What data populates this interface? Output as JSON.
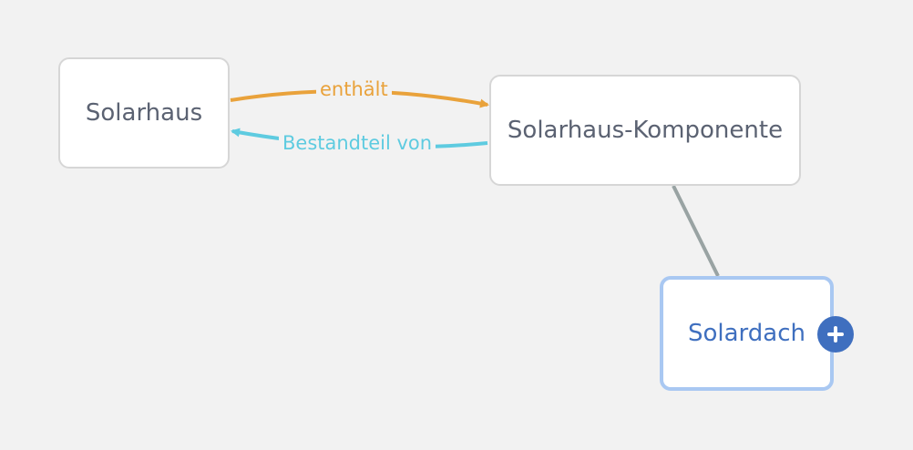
{
  "nodes": {
    "solarhaus": {
      "label": "Solarhaus"
    },
    "komponente": {
      "label": "Solarhaus-Komponente"
    },
    "solardach": {
      "label": "Solardach",
      "selected": true
    }
  },
  "edges": {
    "enthaelt": {
      "label": "enthält",
      "color": "#e9a23b"
    },
    "bestandteil_von": {
      "label": "Bestandteil von",
      "color": "#5ecbe0"
    },
    "hierarchy": {
      "color": "#99a3a3"
    }
  },
  "add_button": {
    "icon": "plus-icon",
    "color": "#3f6fbf"
  }
}
